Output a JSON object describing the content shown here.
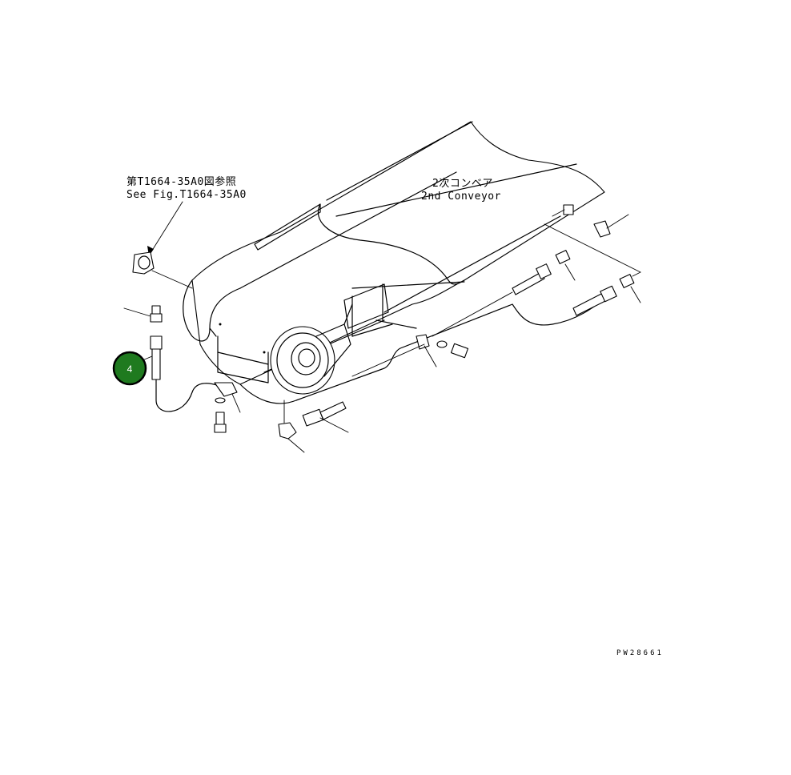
{
  "reference": {
    "line1": "第T1664-35A0図参照",
    "line2": "See Fig.T1664-35A0"
  },
  "conveyor": {
    "label_jp": "2次コンベア",
    "label_en": "2nd Conveyor"
  },
  "callout": {
    "number": "4",
    "color": "#1f7a1f"
  },
  "drawing_code": "PW28661"
}
